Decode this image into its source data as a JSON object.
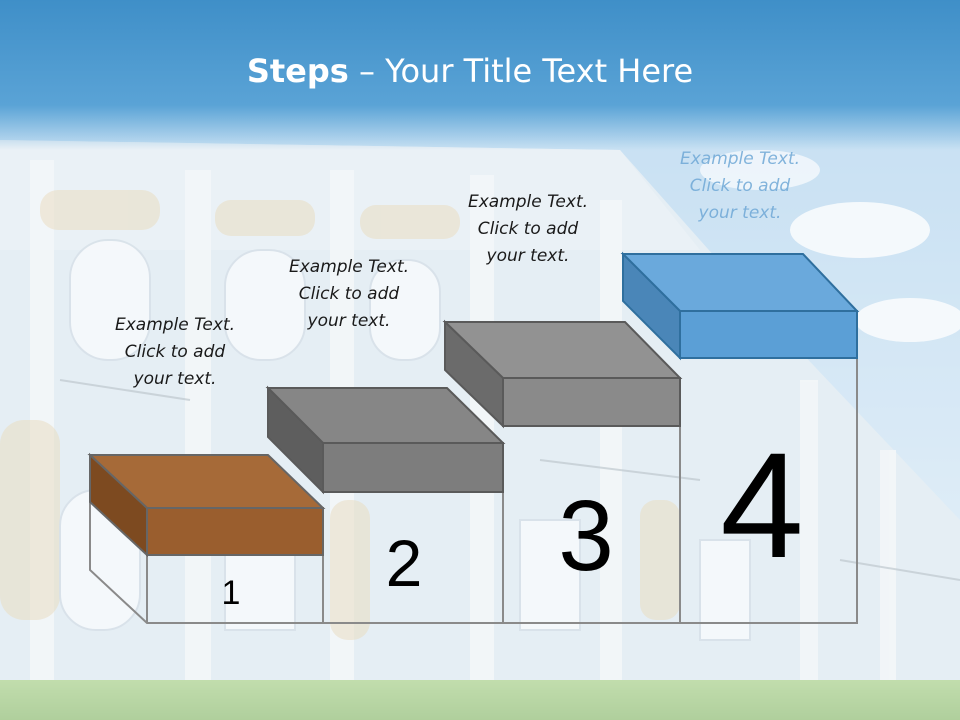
{
  "title": {
    "strong": "Steps",
    "rest": " – Your Title Text Here"
  },
  "steps": [
    {
      "number": "1",
      "lines": [
        "Example Text.",
        "Click  to add",
        "your text."
      ]
    },
    {
      "number": "2",
      "lines": [
        "Example Text.",
        "Click  to add",
        "your text."
      ]
    },
    {
      "number": "3",
      "lines": [
        "Example Text.",
        "Click  to add",
        "your text."
      ]
    },
    {
      "number": "4",
      "lines": [
        "Example Text.",
        "Click  to add",
        "your text."
      ]
    }
  ],
  "colors": {
    "step1": "#9a5e2e",
    "step2": "#7d7d7d",
    "step3": "#8a8a8a",
    "step4": "#5b9fd6"
  }
}
